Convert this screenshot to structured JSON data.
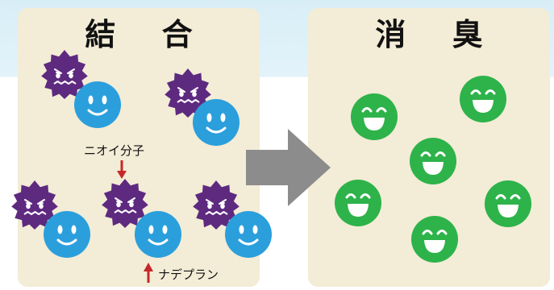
{
  "left_panel": {
    "title": "結 合"
  },
  "right_panel": {
    "title": "消 臭"
  },
  "labels": {
    "odor_molecule": "ニオイ分子",
    "nadepuran": "ナデプラン"
  },
  "icons": {
    "odor": "odor-molecule-icon",
    "bound": "blue-smiley-icon",
    "deodorized": "green-smiley-icon",
    "process": "arrow-right-icon"
  },
  "colors": {
    "odor_purple": "#5e2a80",
    "blue": "#2b9fdc",
    "green": "#2db34a",
    "arrow_gray": "#8c8c8c",
    "label_arrow_red": "#c62828",
    "panel": "#f3ecd6"
  }
}
